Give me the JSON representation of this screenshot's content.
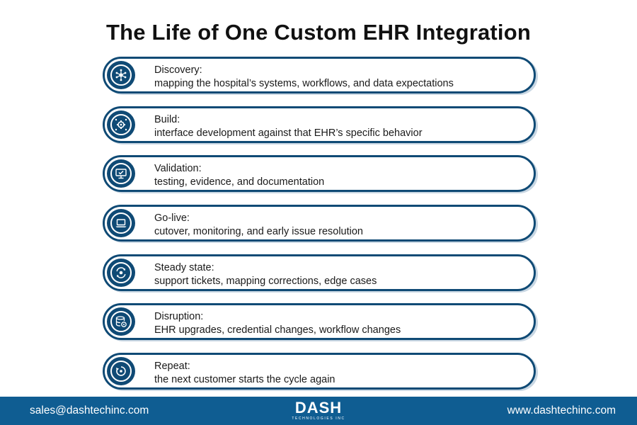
{
  "title": "The Life of One Custom EHR Integration",
  "steps": [
    {
      "label": "Discovery:",
      "desc": "mapping the hospital’s systems, workflows, and data expectations",
      "icon": "network-hub-icon"
    },
    {
      "label": "Build:",
      "desc": "interface development against that EHR’s specific behavior",
      "icon": "gear-network-icon"
    },
    {
      "label": "Validation:",
      "desc": "testing, evidence, and documentation",
      "icon": "monitor-check-icon"
    },
    {
      "label": "Go-live:",
      "desc": "cutover, monitoring, and early issue resolution",
      "icon": "laptop-icon"
    },
    {
      "label": "Steady state:",
      "desc": "support tickets, mapping corrections, edge cases",
      "icon": "cycle-gear-icon"
    },
    {
      "label": "Disruption:",
      "desc": "EHR upgrades, credential changes, workflow changes",
      "icon": "database-sync-icon"
    },
    {
      "label": "Repeat:",
      "desc": "the next customer starts the cycle again",
      "icon": "repeat-cycle-icon"
    }
  ],
  "footer": {
    "email": "sales@dashtechinc.com",
    "website": "www.dashtechinc.com",
    "logo_word": "DASH",
    "logo_sub": "TECHNOLOGIES INC"
  },
  "colors": {
    "accent": "#0f4a75",
    "footer_bg": "#0f5d92",
    "shadow": "#c9d7e3"
  }
}
